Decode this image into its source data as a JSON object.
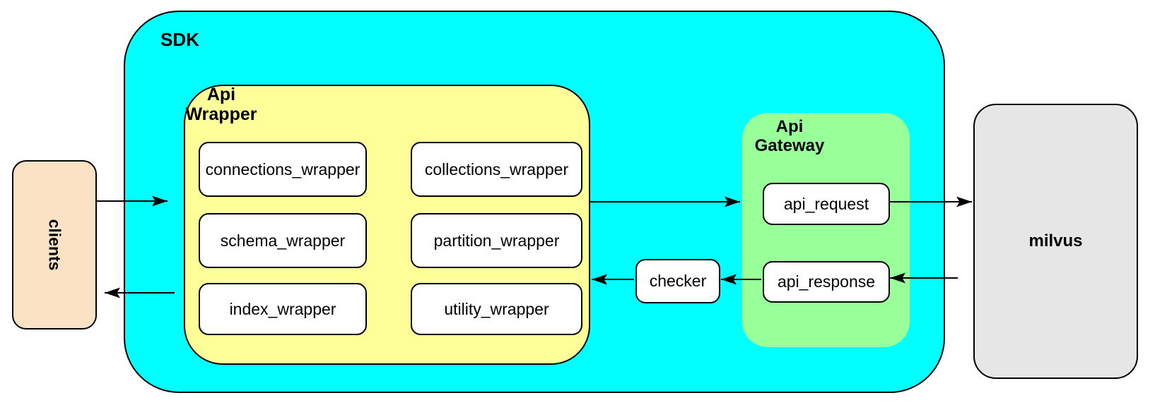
{
  "groups": {
    "sdk": {
      "label": "SDK"
    },
    "api_wrapper": {
      "label": "Api\nWrapper"
    },
    "api_gateway": {
      "label": "Api\nGateway"
    }
  },
  "wrappers": [
    {
      "label": "connections_wrapper"
    },
    {
      "label": "collections_wrapper"
    },
    {
      "label": "schema_wrapper"
    },
    {
      "label": "partition_wrapper"
    },
    {
      "label": "index_wrapper"
    },
    {
      "label": "utility_wrapper"
    }
  ],
  "nodes": {
    "clients": {
      "label": "clients"
    },
    "milvus": {
      "label": "milvus"
    },
    "checker": {
      "label": "checker"
    },
    "api_request": {
      "label": "api_request"
    },
    "api_response": {
      "label": "api_response"
    }
  },
  "edges": [
    {
      "from": "clients",
      "to": "sdk"
    },
    {
      "from": "api_wrapper",
      "to": "api_gateway"
    },
    {
      "from": "api_request",
      "to": "milvus"
    },
    {
      "from": "milvus",
      "to": "api_response"
    },
    {
      "from": "api_response",
      "to": "checker"
    },
    {
      "from": "checker",
      "to": "api_wrapper"
    },
    {
      "from": "sdk",
      "to": "clients"
    }
  ],
  "colors": {
    "sdk_fill": "#00ffff",
    "api_wrapper_fill": "#ffff99",
    "api_gateway_fill": "#99ff99",
    "clients_fill": "#fbe2c5",
    "milvus_fill": "#e6e6e6",
    "node_fill": "#ffffff",
    "stroke": "#000000"
  }
}
